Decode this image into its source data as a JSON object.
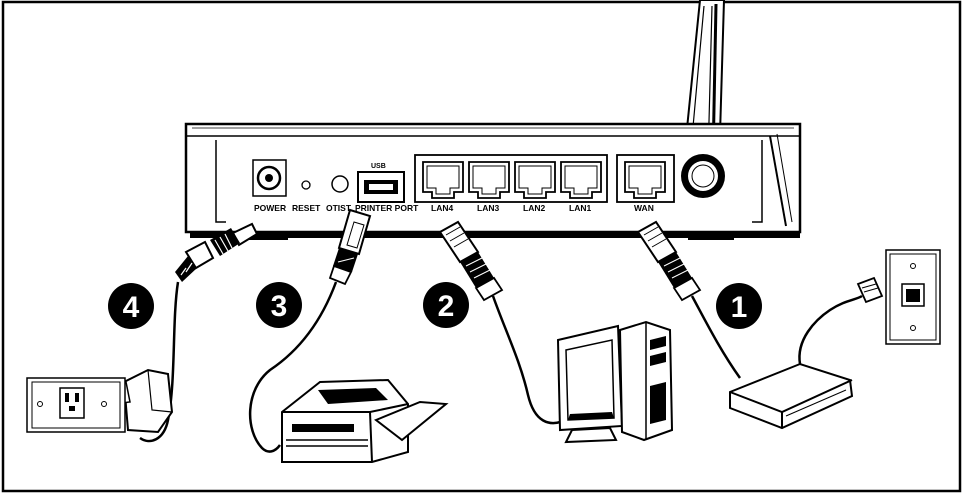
{
  "router": {
    "ports": {
      "power": "POWER",
      "reset": "RESET",
      "otist": "OTIST",
      "printer_port": "PRINTER PORT",
      "usb": "USB",
      "lan4": "LAN4",
      "lan3": "LAN3",
      "lan2": "LAN2",
      "lan1": "LAN1",
      "wan": "WAN"
    }
  },
  "steps": [
    "1",
    "2",
    "3",
    "4"
  ],
  "colors": {
    "line": "#000000",
    "badge": "#000000",
    "background": "#ffffff"
  }
}
